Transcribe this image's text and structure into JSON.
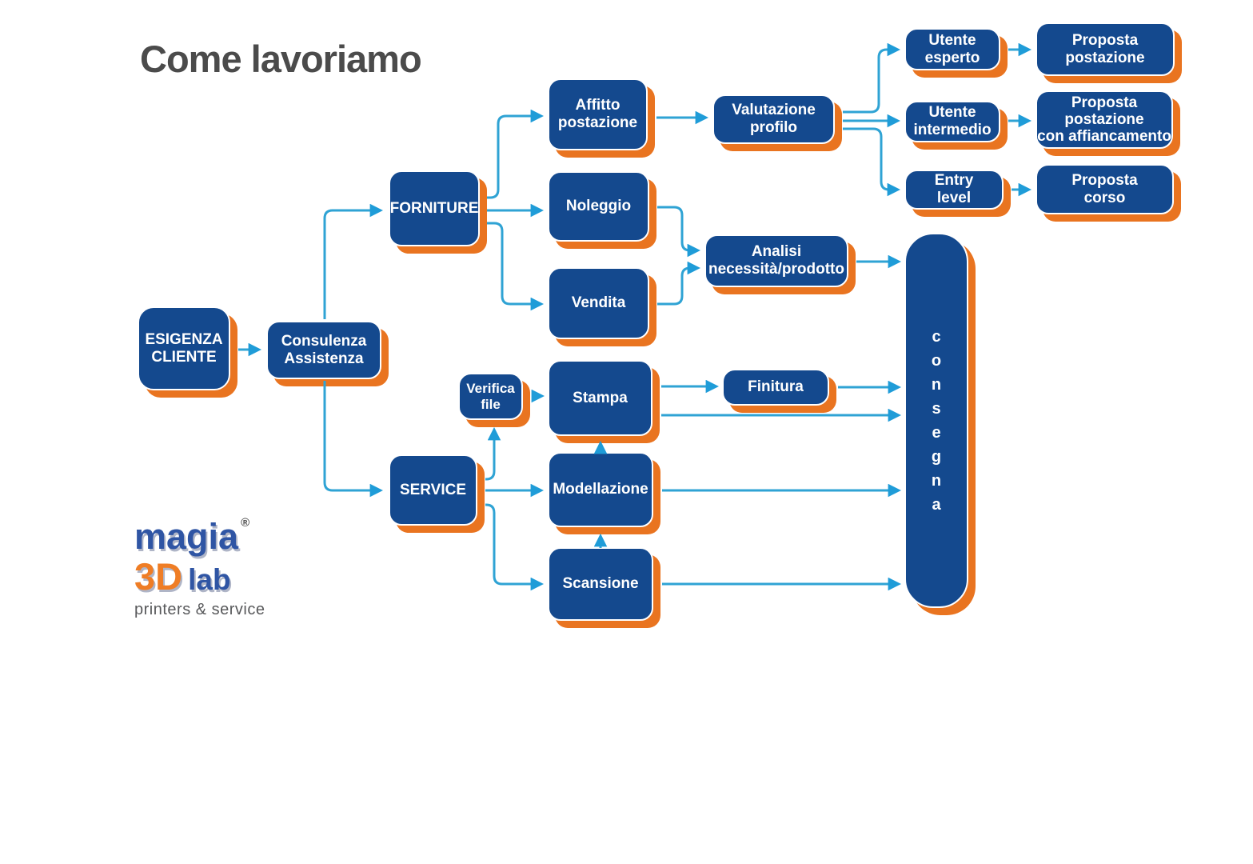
{
  "title": "Come lavoriamo",
  "logo": {
    "brand": "magia",
    "reg": "®",
    "brand2_orange": "3D",
    "brand2_blue": "lab",
    "tagline": "printers & service"
  },
  "nodes": {
    "esigenza_cliente": "ESIGENZA\nCLIENTE",
    "consulenza": "Consulenza\nAssistenza",
    "forniture": "FORNITURE",
    "affitto": "Affitto\npostazione",
    "noleggio": "Noleggio",
    "vendita": "Vendita",
    "valutazione": "Valutazione\nprofilo",
    "utente_esperto": "Utente\nesperto",
    "utente_intermedio": "Utente\nintermedio",
    "entry_level": "Entry\nlevel",
    "proposta_postazione": "Proposta\npostazione",
    "proposta_affiancamento": "Proposta\npostazione\ncon affiancamento",
    "proposta_corso": "Proposta\ncorso",
    "analisi": "Analisi\nnecessità/prodotto",
    "consegna": "c\no\nn\ns\ne\ng\nn\na",
    "verifica_file": "Verifica\nfile",
    "stampa": "Stampa",
    "finitura": "Finitura",
    "service": "SERVICE",
    "modellazione": "Modellazione",
    "scansione": "Scansione"
  },
  "edges": [
    {
      "from": "esigenza_cliente",
      "to": "consulenza"
    },
    {
      "from": "consulenza",
      "to": "forniture"
    },
    {
      "from": "consulenza",
      "to": "service"
    },
    {
      "from": "forniture",
      "to": "affitto"
    },
    {
      "from": "forniture",
      "to": "noleggio"
    },
    {
      "from": "forniture",
      "to": "vendita"
    },
    {
      "from": "affitto",
      "to": "valutazione"
    },
    {
      "from": "valutazione",
      "to": "utente_esperto"
    },
    {
      "from": "valutazione",
      "to": "utente_intermedio"
    },
    {
      "from": "valutazione",
      "to": "entry_level"
    },
    {
      "from": "utente_esperto",
      "to": "proposta_postazione"
    },
    {
      "from": "utente_intermedio",
      "to": "proposta_affiancamento"
    },
    {
      "from": "entry_level",
      "to": "proposta_corso"
    },
    {
      "from": "noleggio",
      "to": "analisi"
    },
    {
      "from": "vendita",
      "to": "analisi"
    },
    {
      "from": "analisi",
      "to": "consegna"
    },
    {
      "from": "stampa",
      "to": "finitura"
    },
    {
      "from": "finitura",
      "to": "consegna"
    },
    {
      "from": "stampa",
      "to": "consegna"
    },
    {
      "from": "modellazione",
      "to": "consegna"
    },
    {
      "from": "scansione",
      "to": "consegna"
    },
    {
      "from": "modellazione",
      "to": "stampa"
    },
    {
      "from": "scansione",
      "to": "modellazione"
    },
    {
      "from": "verifica_file",
      "to": "stampa"
    },
    {
      "from": "service",
      "to": "verifica_file"
    },
    {
      "from": "service",
      "to": "modellazione"
    },
    {
      "from": "service",
      "to": "scansione"
    }
  ],
  "colors": {
    "box_blue": "#14498e",
    "shadow_orange": "#e97420",
    "arrow_blue": "#2fa3d4",
    "title_gray": "#4b4b4b",
    "logo_blue": "#2f55a4",
    "logo_orange": "#ef7d25",
    "tagline_gray": "#58595b"
  }
}
